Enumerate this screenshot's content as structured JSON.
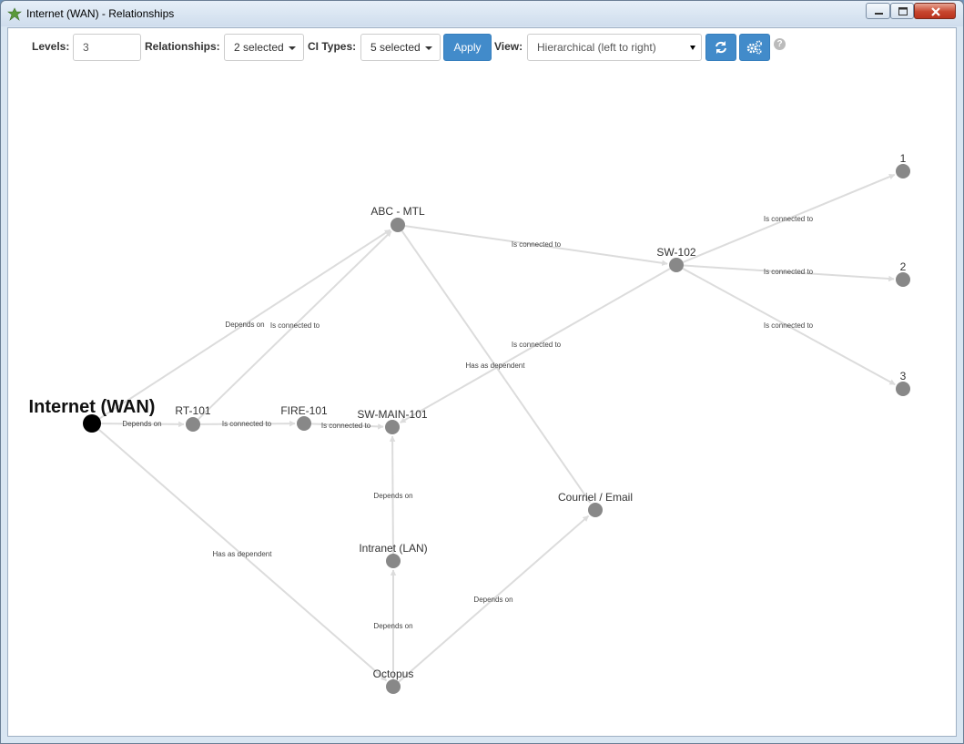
{
  "window": {
    "title": "Internet (WAN) - Relationships"
  },
  "toolbar": {
    "levels_label": "Levels:",
    "levels_value": "3",
    "relationships_label": "Relationships:",
    "relationships_value": "2 selected",
    "ci_types_label": "CI Types:",
    "ci_types_value": "5 selected",
    "apply_label": "Apply",
    "view_label": "View:",
    "view_value": "Hierarchical (left to right)",
    "help_glyph": "?"
  },
  "colors": {
    "accent": "#428bca",
    "node": "#888888",
    "root_node": "#000000",
    "edge": "#dcdcdc"
  },
  "graph": {
    "nodes": [
      {
        "id": "wan",
        "label": "Internet (WAN)",
        "root": true
      },
      {
        "id": "rt101",
        "label": "RT-101"
      },
      {
        "id": "fire101",
        "label": "FIRE-101"
      },
      {
        "id": "swmain",
        "label": "SW-MAIN-101"
      },
      {
        "id": "abcmtl",
        "label": "ABC - MTL"
      },
      {
        "id": "sw102",
        "label": "SW-102"
      },
      {
        "id": "n1",
        "label": "1"
      },
      {
        "id": "n2",
        "label": "2"
      },
      {
        "id": "n3",
        "label": "3"
      },
      {
        "id": "courriel",
        "label": "Courriel / Email"
      },
      {
        "id": "intranet",
        "label": "Intranet (LAN)"
      },
      {
        "id": "octopus",
        "label": "Octopus"
      }
    ],
    "edges": [
      {
        "from": "wan",
        "to": "rt101",
        "label": "Depends on"
      },
      {
        "from": "wan",
        "to": "abcmtl",
        "label": "Depends on"
      },
      {
        "from": "wan",
        "to": "octopus",
        "label": "Has as dependent"
      },
      {
        "from": "rt101",
        "to": "abcmtl",
        "label": "Is connected to"
      },
      {
        "from": "rt101",
        "to": "fire101",
        "label": "Is connected to"
      },
      {
        "from": "fire101",
        "to": "swmain",
        "label": "Is connected to"
      },
      {
        "from": "abcmtl",
        "to": "sw102",
        "label": "Is connected to"
      },
      {
        "from": "abcmtl",
        "to": "courriel",
        "label": "Has as dependent"
      },
      {
        "from": "sw102",
        "to": "swmain",
        "label": "Is connected to"
      },
      {
        "from": "sw102",
        "to": "n1",
        "label": "Is connected to"
      },
      {
        "from": "sw102",
        "to": "n2",
        "label": "Is connected to"
      },
      {
        "from": "sw102",
        "to": "n3",
        "label": "Is connected to"
      },
      {
        "from": "intranet",
        "to": "swmain",
        "label": "Depends on"
      },
      {
        "from": "octopus",
        "to": "intranet",
        "label": "Depends on"
      },
      {
        "from": "octopus",
        "to": "courriel",
        "label": "Depends on"
      }
    ]
  }
}
